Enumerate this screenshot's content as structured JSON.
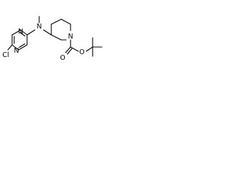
{
  "molecule": {
    "atoms": {
      "n_methyl": "N",
      "n_piperidine": "N",
      "n_pyridazine_top": "N",
      "n_pyridazine_bottom": "N",
      "chlorine": "Cl",
      "o_carbonyl": "O",
      "o_ester": "O"
    },
    "colors": {
      "bond": "#000000",
      "label": "#000000",
      "background": "#ffffff"
    }
  }
}
